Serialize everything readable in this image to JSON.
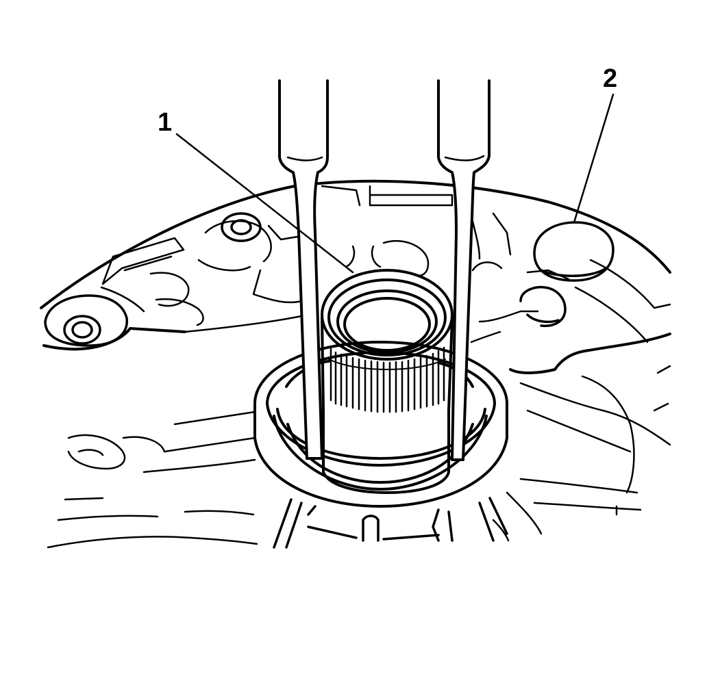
{
  "figure": {
    "callouts": [
      {
        "id": "1",
        "text": "1"
      },
      {
        "id": "2",
        "text": "2"
      }
    ],
    "colors": {
      "line": "#000000",
      "background": "#ffffff"
    }
  }
}
